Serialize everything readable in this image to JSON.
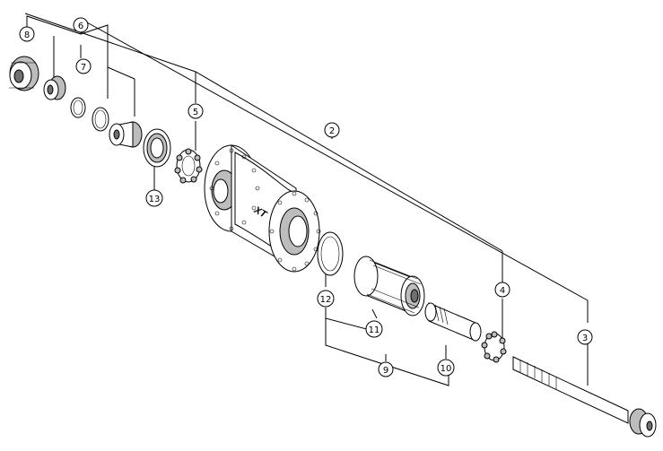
{
  "callouts": [
    {
      "id": "c2",
      "label": "2"
    },
    {
      "id": "c3",
      "label": "3"
    },
    {
      "id": "c4",
      "label": "4"
    },
    {
      "id": "c5",
      "label": "5"
    },
    {
      "id": "c6",
      "label": "6"
    },
    {
      "id": "c7",
      "label": "7"
    },
    {
      "id": "c8",
      "label": "8"
    },
    {
      "id": "c9",
      "label": "9"
    },
    {
      "id": "c10",
      "label": "10"
    },
    {
      "id": "c11",
      "label": "11"
    },
    {
      "id": "c12",
      "label": "12"
    },
    {
      "id": "c13",
      "label": "13"
    }
  ],
  "hub_logo_text": "XT"
}
